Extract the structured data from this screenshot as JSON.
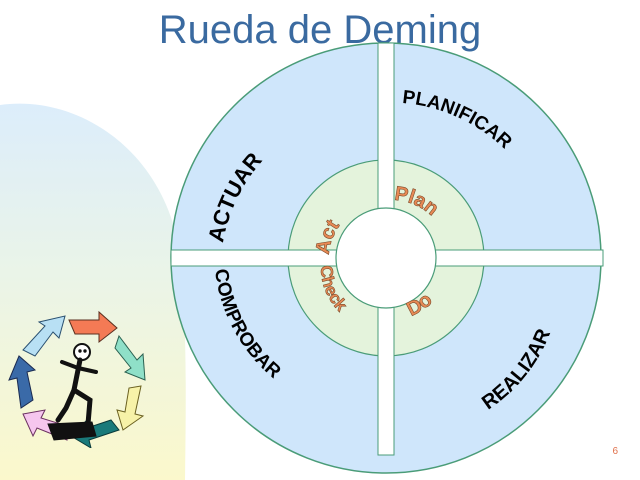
{
  "slide": {
    "title": "Rueda de Deming",
    "page_number": "6"
  },
  "wheel": {
    "outer_labels": {
      "top_left": "ACTUAR",
      "top_right": "PLANIFICAR",
      "bottom_right": "REALIZAR",
      "bottom_left": "COMPROBAR"
    },
    "inner_labels": {
      "top_left": "Act",
      "top_right": "Plan",
      "bottom_right": "Do",
      "bottom_left": "Check"
    }
  },
  "colors": {
    "title": "#3a6aa0",
    "outer_ring": "#cfe6fb",
    "inner_ring": "#e4f3dc",
    "ring_stroke": "#4a9c78",
    "outer_text": "#000000",
    "inner_text": "#e88a55",
    "page_number": "#e0704a",
    "sidebar": "#fbf8cc"
  },
  "icons": [
    "cycle-arrows-icon",
    "running-figure-icon"
  ]
}
